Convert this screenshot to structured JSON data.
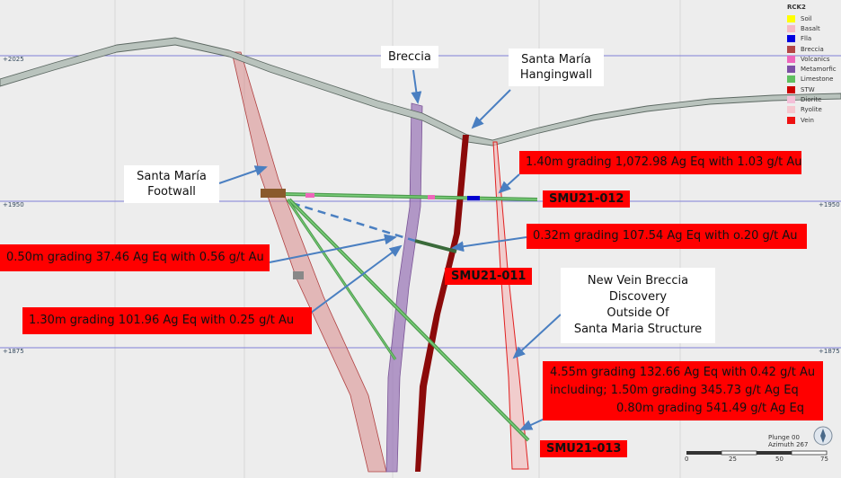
{
  "legend": {
    "title": "RCK2",
    "items": [
      {
        "label": "Soil",
        "color": "#ffff00"
      },
      {
        "label": "Basalt",
        "color": "#f6b8c4"
      },
      {
        "label": "Flla",
        "color": "#0000e0"
      },
      {
        "label": "Breccia",
        "color": "#b44545"
      },
      {
        "label": "Volcanics",
        "color": "#ee66bb"
      },
      {
        "label": "Metamorfic",
        "color": "#7d4fa6"
      },
      {
        "label": "Limestone",
        "color": "#5fbf5f"
      },
      {
        "label": "STW",
        "color": "#cc0000"
      },
      {
        "label": "Diorite",
        "color": "#f4c0d8"
      },
      {
        "label": "Ryolite",
        "color": "#f6c7cf"
      },
      {
        "label": "Vein",
        "color": "#ee1111"
      }
    ]
  },
  "elevations": {
    "e2025": "+2025",
    "e1950": "+1950",
    "e1875": "+1875"
  },
  "labels": {
    "breccia": "Breccia",
    "hangingwall": [
      "Santa María",
      "Hangingwall"
    ],
    "footwall": [
      "Santa María",
      "Footwall"
    ],
    "new_vein": [
      "New Vein Breccia",
      "Discovery",
      "Outside Of",
      "Santa Maria Structure"
    ]
  },
  "intercepts": {
    "i1": "1.40m grading 1,072.98 Ag Eq with 1.03 g/t Au",
    "i2": "0.32m grading 107.54 Ag Eq with o.20 g/t Au",
    "i3": "0.50m grading 37.46 Ag Eq with 0.56 g/t Au",
    "i4": "1.30m grading 101.96 Ag Eq with 0.25 g/t Au",
    "i5": [
      "4.55m grading 132.66 Ag Eq with 0.42 g/t Au",
      "including; 1.50m grading 345.73 g/t Ag Eq",
      "0.80m grading 541.49 g/t Ag Eq"
    ]
  },
  "holes": {
    "h12": "SMU21-012",
    "h11": "SMU21-011",
    "h13": "SMU21-013"
  },
  "view": {
    "plunge": "Plunge 00",
    "azimuth": "Azimuth 267"
  },
  "scale": {
    "ticks": [
      "0",
      "25",
      "50",
      "75"
    ]
  }
}
